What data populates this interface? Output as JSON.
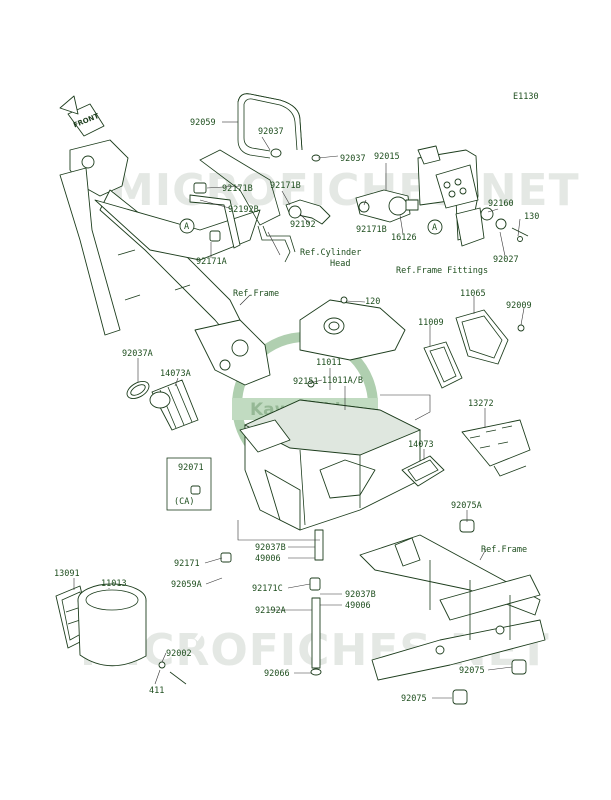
{
  "diagram_code": "E1130",
  "front_label": "FRONT",
  "watermark_text": "MICROFICHES.NET",
  "logo_text": "Kawasaki",
  "colors": {
    "ink": "#1d3d1d",
    "label": "#1f4f1f",
    "watermark": "#cfd6cf",
    "logo": "#6fa86f"
  },
  "labels": {
    "p92059": "92059",
    "p92037_top": "92037",
    "p92037_mid": "92037",
    "p92015": "92015",
    "p92171B_a": "92171B",
    "p92171B_b": "92171B",
    "p92171B_c": "92171B",
    "p92192B": "92192B",
    "p92192": "92192",
    "p16126": "16126",
    "p92160": "92160",
    "p130": "130",
    "p92027": "92027",
    "ref_frame_fittings": "Ref.Frame Fittings",
    "ref_cylinder_head_1": "Ref.Cylinder",
    "ref_cylinder_head_2": "Head",
    "p92171A": "92171A",
    "ref_frame_1": "Ref.Frame",
    "p120": "120",
    "p11065": "11065",
    "p92009": "92009",
    "p11009": "11009",
    "p11011": "11011",
    "p92037A": "92037A",
    "p14073A": "14073A",
    "p92151": "92151",
    "p11011AB": "11011A/B",
    "p13272": "13272",
    "p92071": "92071",
    "ca": "(CA)",
    "p14073": "14073",
    "p92075A": "92075A",
    "ref_frame_2": "Ref.Frame",
    "p92171": "92171",
    "p92037B_a": "92037B",
    "p49006_a": "49006",
    "p92059A": "92059A",
    "p13091": "13091",
    "p11013": "11013",
    "p92171C": "92171C",
    "p92037B_b": "92037B",
    "p49006_b": "49006",
    "p92192A": "92192A",
    "p92002": "92002",
    "p92066": "92066",
    "p92075_a": "92075",
    "p92075_b": "92075",
    "p411": "411",
    "circle_a_1": "A",
    "circle_a_2": "A"
  }
}
